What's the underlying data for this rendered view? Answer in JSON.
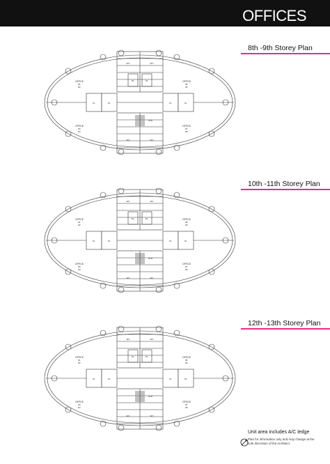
{
  "header": {
    "title": "OFFICES"
  },
  "plans": [
    {
      "title": "8th -9th Storey Plan"
    },
    {
      "title": "10th -11th Storey Plan"
    },
    {
      "title": "12th -13th Storey Plan"
    }
  ],
  "room_labels": {
    "office": "OFFICE",
    "lift": "PL",
    "stair": "STR",
    "wc": "WC",
    "unit_codes": [
      "B1",
      "B2",
      "B3",
      "B4",
      "B5",
      "B6",
      "B7",
      "B8"
    ]
  },
  "notes": {
    "unit_area": "Unit area includes A/C ledge",
    "disclaimer": "Plan for information only and may change at the sole discretion of the Architect."
  },
  "colors": {
    "header_bg": "#111111",
    "accent": "#e52e85",
    "plan_line": "#333333"
  },
  "icons": {
    "compass": "north-arrow-icon"
  }
}
